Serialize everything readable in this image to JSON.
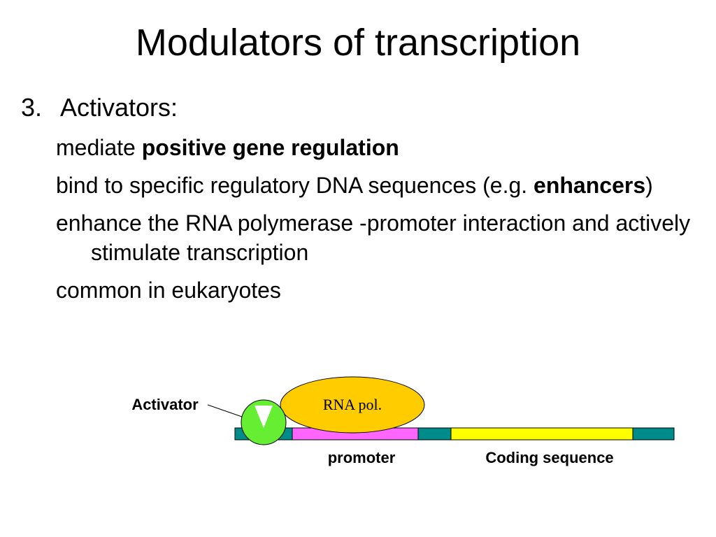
{
  "slide": {
    "title": "Modulators of transcription",
    "item_number": "3.",
    "item_label": "Activators:",
    "bullets": {
      "b1_pre": "mediate ",
      "b1_bold": "positive gene regulation",
      "b2_pre": "bind to specific regulatory DNA sequences (e.g. ",
      "b2_bold": "enhancers",
      "b2_post": ")",
      "b3": "enhance the RNA polymerase -promoter interaction and actively stimulate transcription",
      "b4": "common in eukaryotes"
    }
  },
  "diagram": {
    "activator_label": "Activator",
    "rna_pol_label": "RNA pol.",
    "promoter_label": "promoter",
    "coding_label": "Coding sequence",
    "colors": {
      "dna_teal": "#008b8b",
      "promoter": "#ff66ff",
      "coding": "#ffff00",
      "rna_pol": "#ffcc00",
      "activator": "#66ee33"
    }
  }
}
